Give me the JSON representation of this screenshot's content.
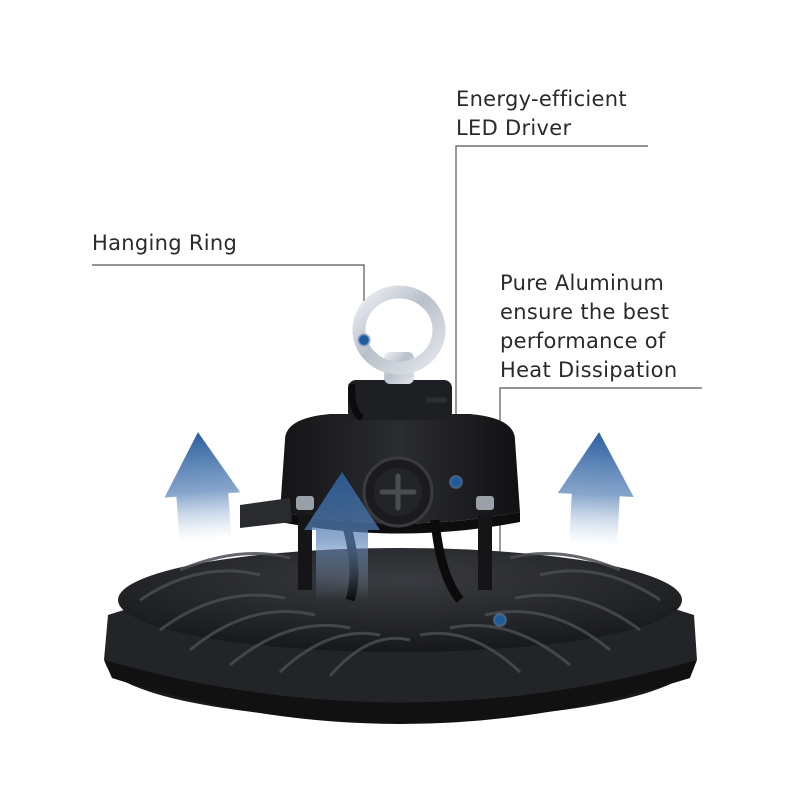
{
  "callouts": {
    "driver": {
      "line1": "Energy-efficient",
      "line2": "LED Driver"
    },
    "ring": {
      "text": "Hanging Ring"
    },
    "aluminum": {
      "line1": "Pure Aluminum",
      "line2": "ensure the best",
      "line3": "performance of",
      "line4": "Heat Dissipation"
    }
  },
  "colors": {
    "text": "#2a2a2a",
    "leader_line": "#555555",
    "marker": "#1f5a9c",
    "arrow": "#2a5e9e",
    "fixture_body": "#1c1c1e",
    "ring_metal": "#c9ced6"
  },
  "icons": [
    "hanging-ring",
    "heat-flow-arrow",
    "callout-dot"
  ]
}
